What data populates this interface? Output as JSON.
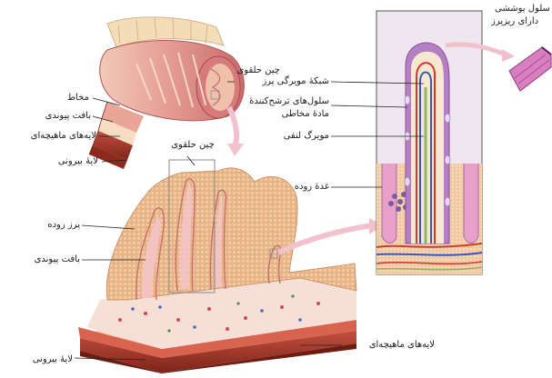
{
  "labels": {
    "plica_top": "چین حلقوی",
    "plica_mid": "چین حلقوی",
    "mucosa": "مخاط",
    "connective_top": "بافت پیوندی",
    "muscle_top": "لایه‌های ماهیچه‌ای",
    "serosa_top": "لایهٔ بیرونی",
    "villus": "پرز روده",
    "connective_mid": "بافت پیوندی",
    "muscle_bottom": "لایه‌های ماهیچه‌ای",
    "serosa_bottom": "لایهٔ بیرونی",
    "capillary": "شبکهٔ مویرگی پرز",
    "mucus_cells_1": "سلول‌های ترشح‌کنندهٔ",
    "mucus_cells_2": "مادهٔ مخاطی",
    "lacteal": "مویرگ لنفی",
    "gland": "غدهٔ روده",
    "epithelial_1": "سلول پوششی",
    "epithelial_2": "دارای ریزپرز"
  },
  "colors": {
    "mucosa_pink": "#e7a9a8",
    "villus_tan": "#e9b98c",
    "muscle_red": "#a8382e",
    "serosa_red": "#c24a3a",
    "epithelium_purple": "#b57fc4",
    "artery_red": "#d23a2e",
    "vein_blue": "#3a58b8",
    "lacteal_green": "#8fb26a",
    "arrow_pink": "#f2c2cc"
  }
}
